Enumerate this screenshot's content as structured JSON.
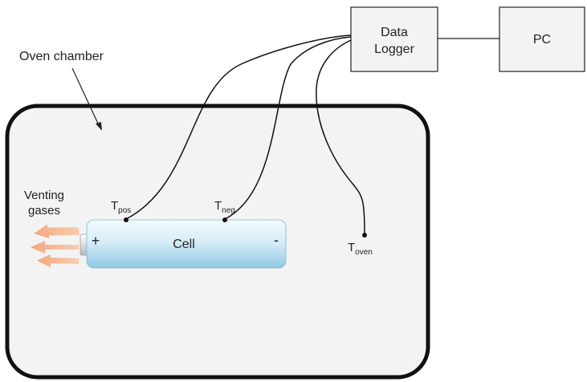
{
  "oven_label": "Oven chamber",
  "data_logger": {
    "line1": "Data",
    "line2": "Logger"
  },
  "pc_label": "PC",
  "venting_label": {
    "line1": "Venting",
    "line2": "gases"
  },
  "cell": {
    "label": "Cell",
    "positive": "+",
    "negative": "-"
  },
  "sensors": {
    "pos": {
      "base": "T",
      "sub": "pos"
    },
    "neg": {
      "base": "T",
      "sub": "neg"
    },
    "oven": {
      "base": "T",
      "sub": "oven"
    }
  },
  "colors": {
    "oven_fill": "#f3f3f3",
    "outline": "#111111",
    "cell_light": "#f4fbff",
    "cell_dark": "#9cd0e8",
    "venting_arrow": "#f6b38e"
  }
}
